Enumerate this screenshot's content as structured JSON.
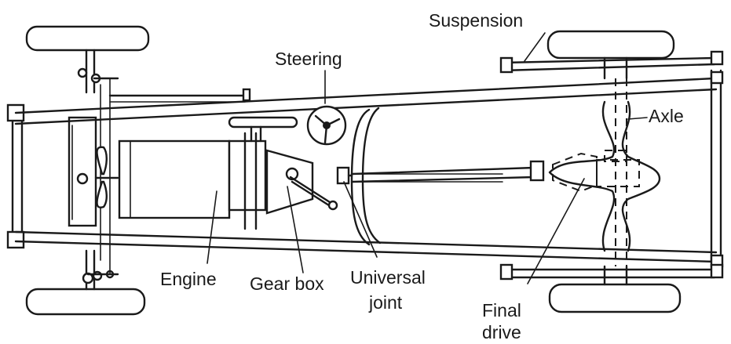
{
  "labels": {
    "suspension": "Suspension",
    "steering": "Steering",
    "axle": "Axle",
    "engine": "Engine",
    "gear_box": "Gear box",
    "universal_joint_line1": "Universal",
    "universal_joint_line2": "joint",
    "final_drive_line1": "Final",
    "final_drive_line2": "drive"
  }
}
